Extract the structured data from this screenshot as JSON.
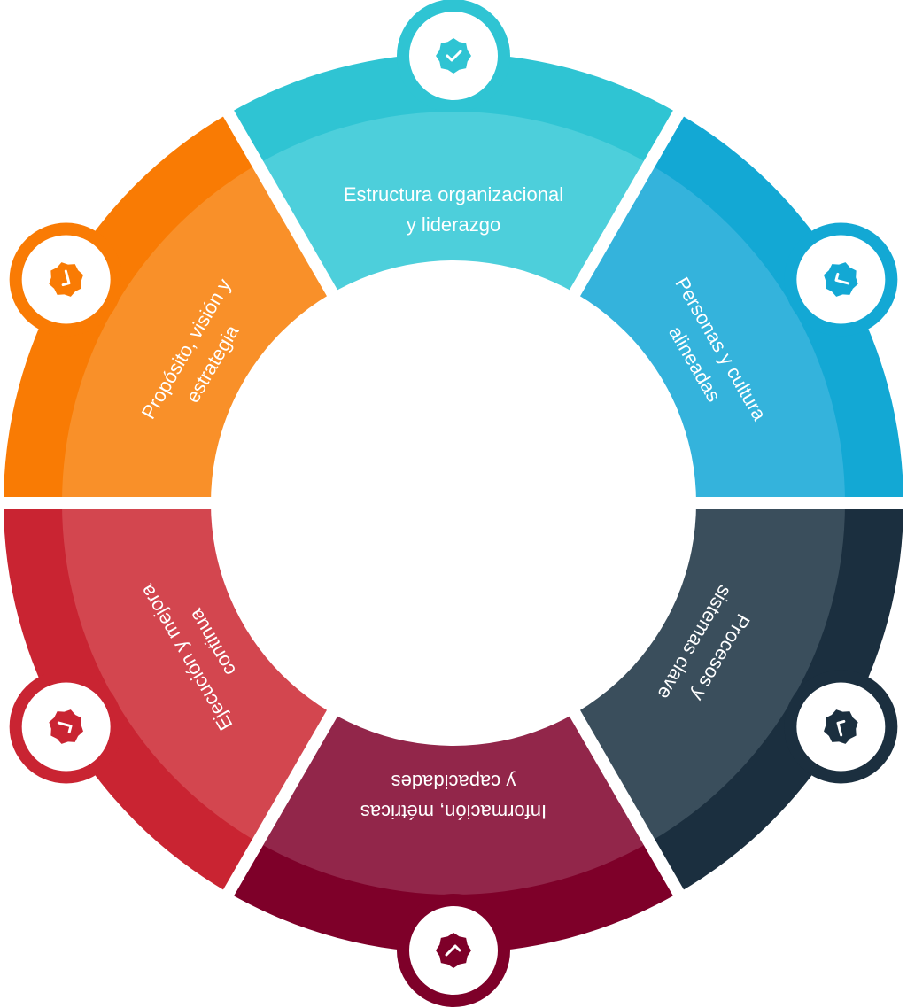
{
  "segments": [
    {
      "id": "estructura",
      "lines": [
        "Estructura organizacional",
        "y liderazgo"
      ],
      "outer_color": "#2fc4d3",
      "inner_color": "#4dcfdb",
      "icon": "check-badge-icon"
    },
    {
      "id": "personas",
      "lines": [
        "Personas y cultura",
        "alineadas"
      ],
      "outer_color": "#13a8d4",
      "inner_color": "#34b3dc",
      "icon": "check-badge-icon"
    },
    {
      "id": "procesos",
      "lines": [
        "Procesos y",
        "sistemas clave"
      ],
      "outer_color": "#1b2f3f",
      "inner_color": "#3a4e5c",
      "icon": "check-badge-icon"
    },
    {
      "id": "informacion",
      "lines": [
        "Información, métricas",
        "y capacidades"
      ],
      "outer_color": "#7e0029",
      "inner_color": "#92264a",
      "icon": "check-badge-icon"
    },
    {
      "id": "ejecucion",
      "lines": [
        "Ejecución y mejora",
        "continua"
      ],
      "outer_color": "#c92432",
      "inner_color": "#d3464f",
      "icon": "check-badge-icon"
    },
    {
      "id": "proposito",
      "lines": [
        "Propósito, visión y",
        "estrategia"
      ],
      "outer_color": "#f97b04",
      "inner_color": "#f99029",
      "icon": "check-badge-icon"
    }
  ]
}
